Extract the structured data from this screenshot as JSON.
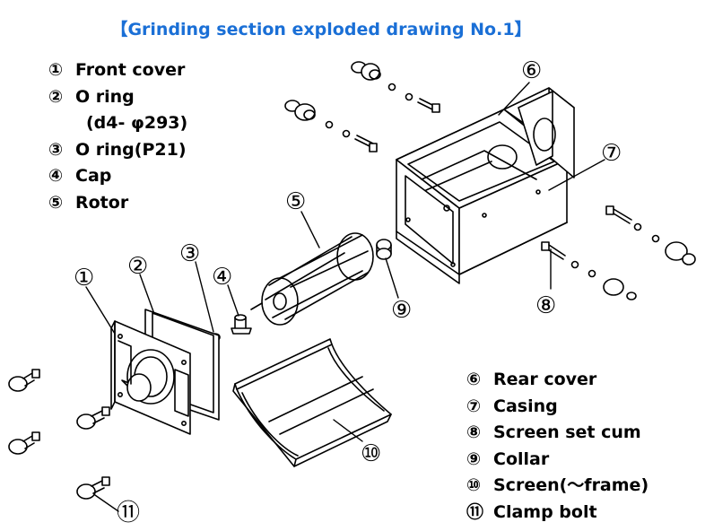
{
  "title": "【Grinding section exploded drawing  No.1】",
  "legend_left": [
    {
      "num": "①",
      "label": "Front cover"
    },
    {
      "num": "②",
      "label": "O ring"
    },
    {
      "num": "",
      "label": "(d4- φ293)"
    },
    {
      "num": "③",
      "label": "O ring(P21)"
    },
    {
      "num": "④",
      "label": "Cap"
    },
    {
      "num": "⑤",
      "label": "Rotor"
    }
  ],
  "legend_right": [
    {
      "num": "⑥",
      "label": "Rear cover"
    },
    {
      "num": "⑦",
      "label": "Casing"
    },
    {
      "num": "⑧",
      "label": "Screen set cum"
    },
    {
      "num": "⑨",
      "label": "Collar"
    },
    {
      "num": "⑩",
      "label": "Screen(～frame)"
    },
    {
      "num": "⑪",
      "label": "Clamp bolt"
    }
  ],
  "callouts": [
    "①",
    "②",
    "③",
    "④",
    "⑤",
    "⑥",
    "⑦",
    "⑧",
    "⑨",
    "⑩",
    "⑪"
  ],
  "colors": {
    "title": "#1a6fd6",
    "ink": "#000000",
    "background": "#ffffff"
  }
}
